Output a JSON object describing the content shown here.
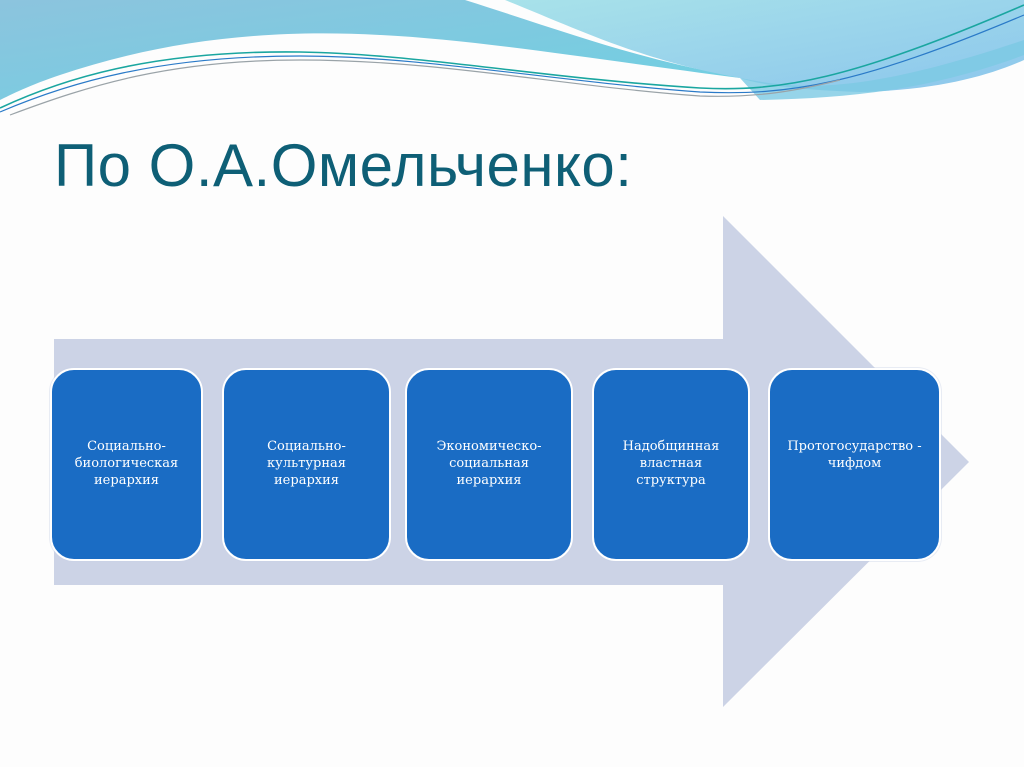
{
  "slide": {
    "title": "По О.А.Омельченко:"
  },
  "diagram": {
    "type": "process-arrow",
    "colors": {
      "title": "#0e5f76",
      "arrow": "#ccd3e6",
      "step_fill": "#1a6cc4",
      "step_text": "#ffffff"
    },
    "steps": [
      {
        "label": "Социально-\nбиологическая\nиерархия"
      },
      {
        "label": "Социально-\nкультурная\nиерархия"
      },
      {
        "label": "Экономическо-\nсоциальная\nиерархия"
      },
      {
        "label": "Надобщинная\nвластная\nструктура"
      },
      {
        "label": "Протогосударство -\nчифдом"
      }
    ]
  }
}
